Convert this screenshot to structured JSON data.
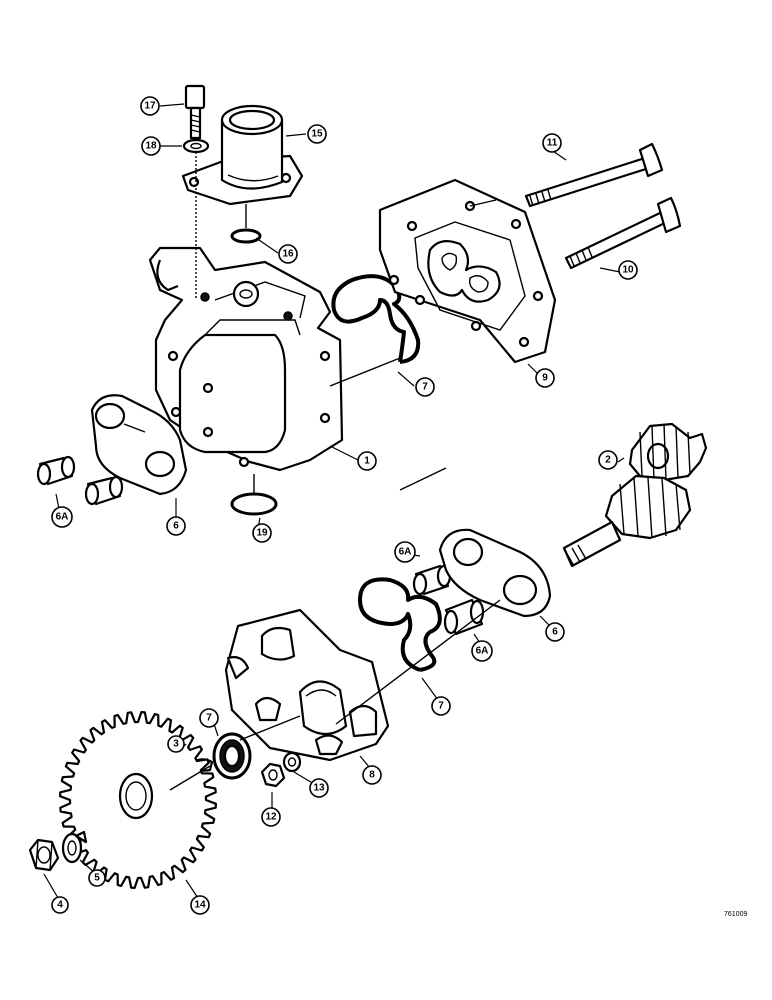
{
  "callouts": [
    {
      "key": "c17",
      "label": "17"
    },
    {
      "key": "c18",
      "label": "18"
    },
    {
      "key": "c15",
      "label": "15"
    },
    {
      "key": "c16",
      "label": "16"
    },
    {
      "key": "c11",
      "label": "11"
    },
    {
      "key": "c10",
      "label": "10"
    },
    {
      "key": "c9",
      "label": "9"
    },
    {
      "key": "c7a",
      "label": "7"
    },
    {
      "key": "c1",
      "label": "1"
    },
    {
      "key": "c19",
      "label": "19"
    },
    {
      "key": "c6a1",
      "label": "6A"
    },
    {
      "key": "c6a",
      "label": "6"
    },
    {
      "key": "c2",
      "label": "2"
    },
    {
      "key": "c6a2",
      "label": "6A"
    },
    {
      "key": "c6a3",
      "label": "6A"
    },
    {
      "key": "c6b",
      "label": "6"
    },
    {
      "key": "c7b",
      "label": "7"
    },
    {
      "key": "c7c",
      "label": "7"
    },
    {
      "key": "c3",
      "label": "3"
    },
    {
      "key": "c8",
      "label": "8"
    },
    {
      "key": "c12",
      "label": "12"
    },
    {
      "key": "c13",
      "label": "13"
    },
    {
      "key": "c5",
      "label": "5"
    },
    {
      "key": "c4",
      "label": "4"
    },
    {
      "key": "c14",
      "label": "14"
    }
  ],
  "reference_code": "761009"
}
